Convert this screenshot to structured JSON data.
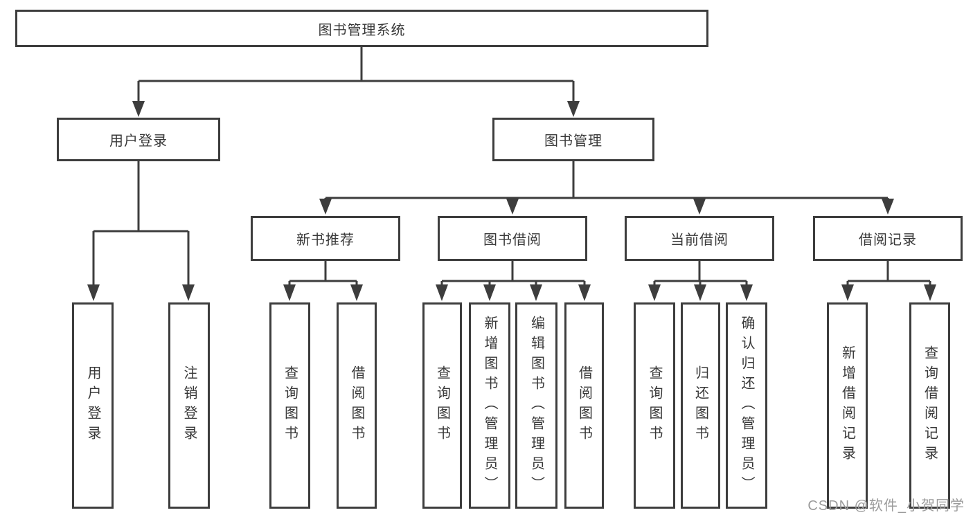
{
  "diagram": {
    "title": "图书管理系统",
    "type": "hierarchy-tree"
  },
  "nodes": {
    "root": {
      "label": "图书管理系统"
    },
    "user_login_group": {
      "label": "用户登录"
    },
    "book_mgmt": {
      "label": "图书管理"
    },
    "new_book_rec": {
      "label": "新书推荐"
    },
    "book_borrow": {
      "label": "图书借阅"
    },
    "current_borrow": {
      "label": "当前借阅"
    },
    "borrow_records": {
      "label": "借阅记录"
    },
    "leaf_user_login": {
      "label": "用户登录"
    },
    "leaf_logout": {
      "label": "注销登录"
    },
    "leaf_nbr_query_book": {
      "label": "查询图书"
    },
    "leaf_nbr_borrow_book": {
      "label": "借阅图书"
    },
    "leaf_bb_query_book": {
      "label": "查询图书"
    },
    "leaf_bb_add_book": {
      "label": "新增图书（管理员）"
    },
    "leaf_bb_edit_book": {
      "label": "编辑图书（管理员）"
    },
    "leaf_bb_borrow_book": {
      "label": "借阅图书"
    },
    "leaf_cb_query_book": {
      "label": "查询图书"
    },
    "leaf_cb_return_book": {
      "label": "归还图书"
    },
    "leaf_cb_confirm_return": {
      "label": "确认归还（管理员）"
    },
    "leaf_br_add_record": {
      "label": "新增借阅记录"
    },
    "leaf_br_query_record": {
      "label": "查询借阅记录"
    }
  },
  "hierarchy": {
    "图书管理系统": {
      "用户登录": [
        "用户登录",
        "注销登录"
      ],
      "图书管理": {
        "新书推荐": [
          "查询图书",
          "借阅图书"
        ],
        "图书借阅": [
          "查询图书",
          "新增图书（管理员）",
          "编辑图书（管理员）",
          "借阅图书"
        ],
        "当前借阅": [
          "查询图书",
          "归还图书",
          "确认归还（管理员）"
        ],
        "借阅记录": [
          "新增借阅记录",
          "查询借阅记录"
        ]
      }
    }
  },
  "watermark": {
    "text": "CSDN @软件_小贺同学",
    "color": "#9b9b9b"
  },
  "colors": {
    "line": "#3d3d3d",
    "border": "#3d3d3d",
    "text": "#383838",
    "background": "#ffffff"
  }
}
